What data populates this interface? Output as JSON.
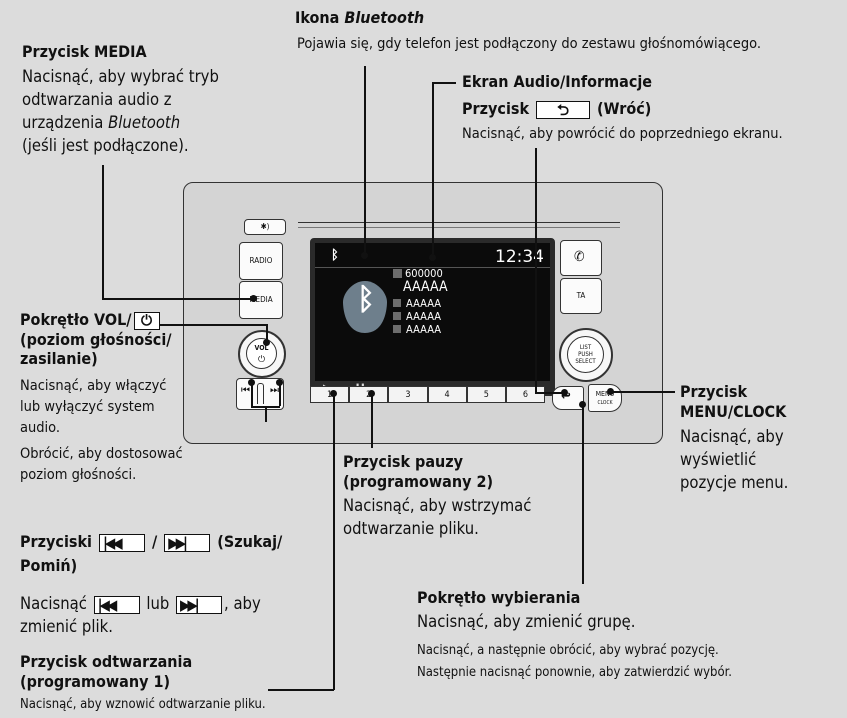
{
  "media": {
    "title": "Przycisk MEDIA",
    "line1": "Nacisnąć, aby wybrać tryb",
    "line2": "odtwarzania audio z",
    "line3a": "urządzenia ",
    "line3b": "Bluetooth",
    "line4": "(jeśli jest podłączone)."
  },
  "bluetooth_icon": {
    "title_a": "Ikona ",
    "title_b": "Bluetooth",
    "desc": "Pojawia się, gdy telefon jest podłączony do zestawu głośnomówiącego."
  },
  "audio_screen": {
    "title": "Ekran Audio/Informacje"
  },
  "back": {
    "title_a": "Przycisk",
    "title_b": "(Wróć)",
    "desc": "Nacisnąć, aby powrócić do poprzedniego ekranu."
  },
  "vol": {
    "title_a": "Pokrętło VOL/",
    "title_b": "(poziom głośności/",
    "title_c": "zasilanie)",
    "line1": "Nacisnąć, aby włączyć",
    "line2": "lub wyłączyć system",
    "line3": "audio.",
    "line4": "Obrócić, aby dostosować",
    "line5": "poziom głośności."
  },
  "menu": {
    "title1": "Przycisk",
    "title2": "MENU/CLOCK",
    "line1": "Nacisnąć, aby",
    "line2": "wyświetlić",
    "line3": "pozycje menu."
  },
  "pause": {
    "title1": "Przycisk pauzy",
    "title2": "(programowany 2)",
    "line1": "Nacisnąć, aby wstrzymać",
    "line2": "odtwarzanie pliku."
  },
  "seek": {
    "title_a": "Przyciski",
    "title_sep": "/",
    "title_b": "(Szukaj/",
    "title_c": "Pomiń)",
    "line1_a": "Nacisnąć",
    "line1_b": "lub",
    "line1_c": ", aby",
    "line2": "zmienić plik."
  },
  "selector": {
    "title": "Pokrętło wybierania",
    "line1": "Nacisnąć, aby zmienić grupę.",
    "line2": "Nacisnąć, a następnie obrócić, aby wybrać pozycję.",
    "line3": "Następnie nacisnąć ponownie, aby zatwierdzić wybór."
  },
  "play": {
    "title1": "Przycisk odtwarzania",
    "title2": "(programowany 1)",
    "line1": "Nacisnąć, aby wznowić odtwarzanie pliku."
  },
  "device": {
    "display_button": "✱)",
    "radio": "RADIO",
    "media": "MEDIA",
    "ta": "TA",
    "vol_label": "VOL",
    "list_label": "LIST",
    "push_label": "PUSH",
    "select_label": "SELECT",
    "menu_label": "MENU",
    "clock_label": "CLOCK",
    "clock_time": "12:34",
    "track_number": "600000",
    "track_title": "AAAAA",
    "list_items": [
      "AAAAA",
      "AAAAA",
      "AAAAA"
    ],
    "presets": [
      "1",
      "2",
      "3",
      "4",
      "5",
      "6"
    ]
  }
}
